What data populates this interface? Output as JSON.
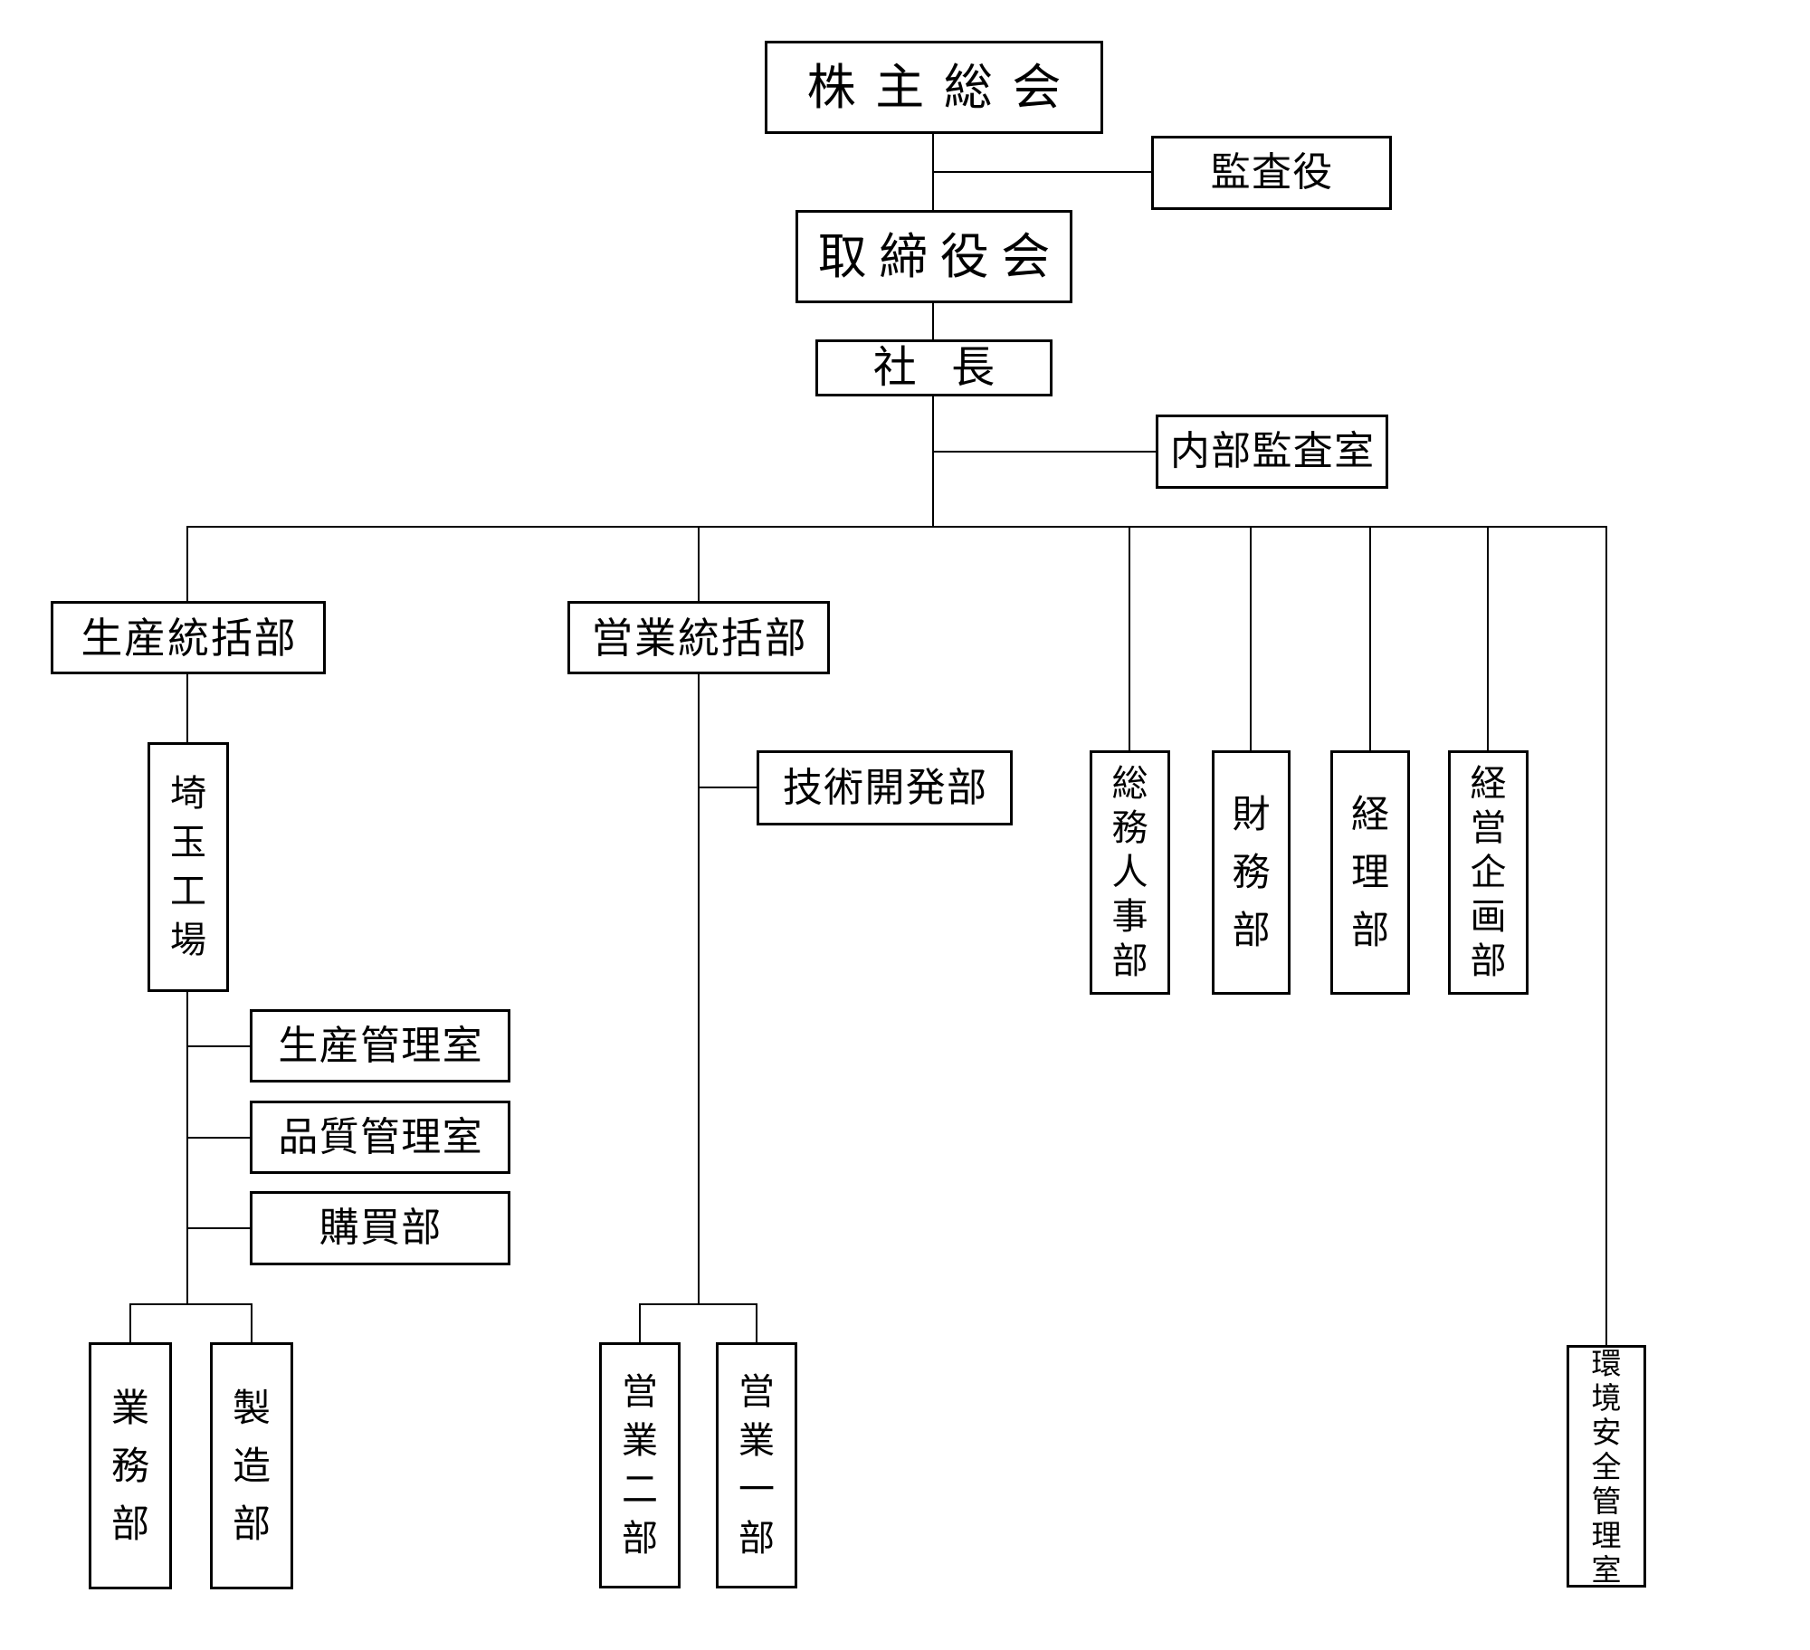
{
  "diagram": {
    "type": "org-chart",
    "background_color": "#ffffff",
    "line_color": "#000000",
    "text_color": "#000000"
  },
  "nodes": {
    "shareholders_meeting": {
      "label": "株主総会"
    },
    "auditor": {
      "label": "監査役"
    },
    "board_of_directors": {
      "label": "取締役会"
    },
    "president": {
      "label": "社長"
    },
    "internal_audit_office": {
      "label": "内部監査室"
    },
    "production_general_div": {
      "label": "生産統括部"
    },
    "sales_general_div": {
      "label": "営業統括部"
    },
    "technology_development_dept": {
      "label": "技術開発部"
    },
    "general_affairs_hr_dept": {
      "label": "総務人事部"
    },
    "finance_dept": {
      "label": "財務部"
    },
    "accounting_dept": {
      "label": "経理部"
    },
    "corporate_planning_dept": {
      "label": "経営企画部"
    },
    "environment_safety_office": {
      "label": "環境安全管理室"
    },
    "saitama_factory": {
      "label": "埼玉工場"
    },
    "production_control_office": {
      "label": "生産管理室"
    },
    "quality_control_office": {
      "label": "品質管理室"
    },
    "purchasing_dept": {
      "label": "購買部"
    },
    "operations_dept": {
      "label": "業務部"
    },
    "manufacturing_dept": {
      "label": "製造部"
    },
    "sales_dept_2": {
      "label": "営業二部"
    },
    "sales_dept_1": {
      "label": "営業一部"
    }
  }
}
